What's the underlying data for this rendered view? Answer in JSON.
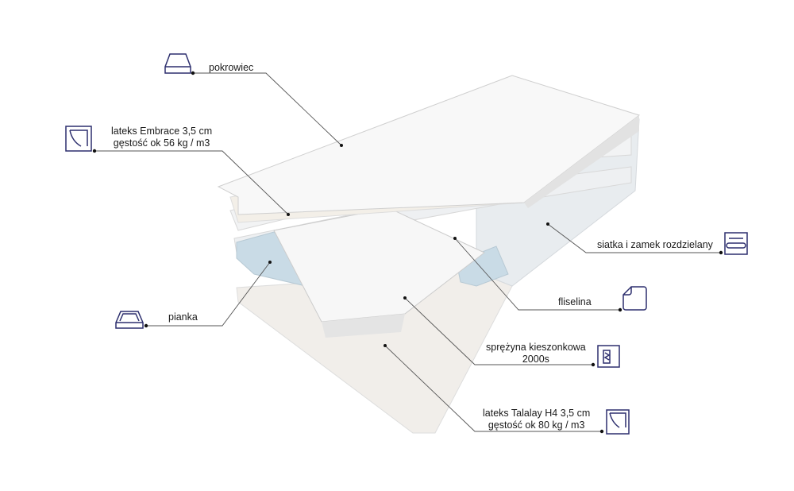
{
  "title": "Mattress layer diagram",
  "labels": {
    "pokrowiec": "pokrowiec",
    "lateks_embrace_1": "lateks Embrace 3,5 cm",
    "lateks_embrace_2": "gęstość ok 56 kg / m3",
    "siatka": "siatka i zamek rozdzielany",
    "fliselina": "fliselina",
    "pianka": "pianka",
    "sprezyna_1": "sprężyna kieszonkowa",
    "sprezyna_2": "2000s",
    "lateks_talalay_1": "lateks Talalay H4 3,5 cm",
    "lateks_talalay_2": "gęstość ok 80 kg / m3"
  },
  "colors": {
    "icon": "#2d2f6e",
    "line": "#555555",
    "foam": "#c9dbe6",
    "latex": "#f1eeea"
  }
}
